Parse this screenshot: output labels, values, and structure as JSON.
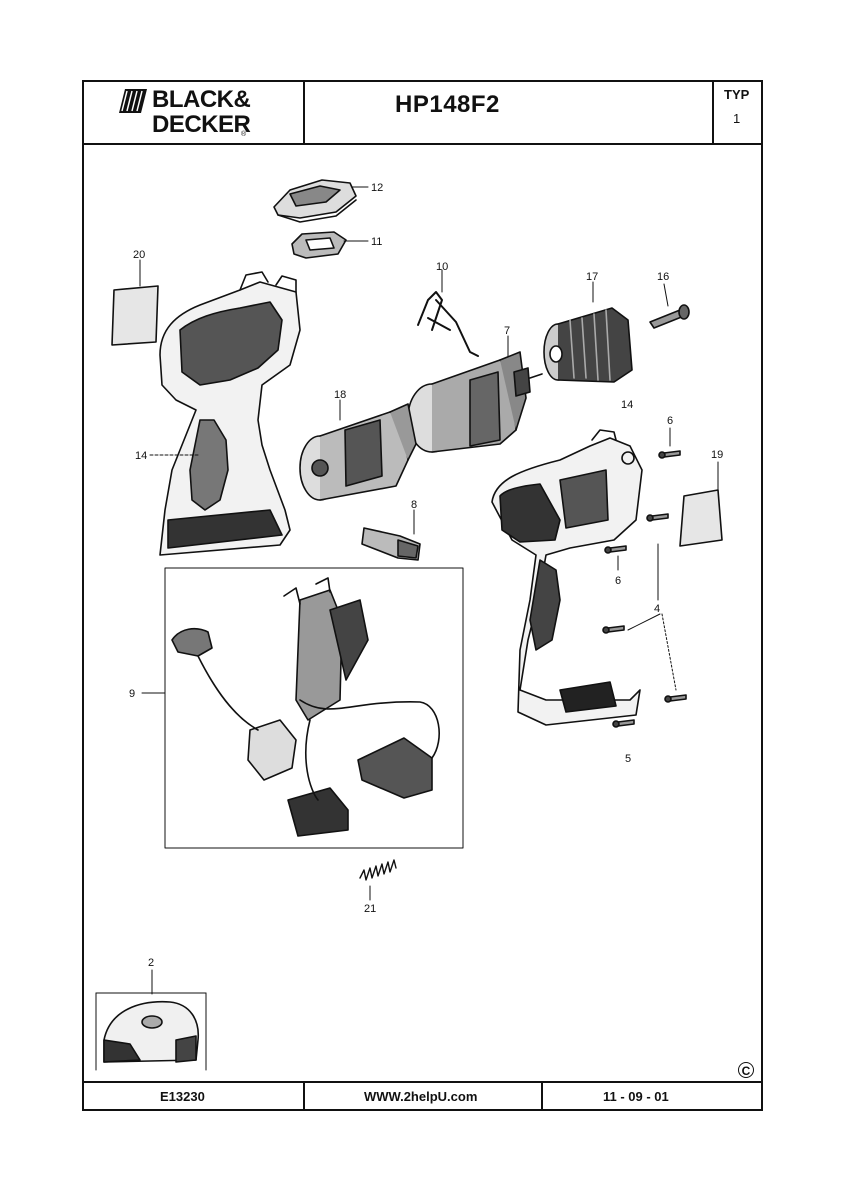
{
  "header": {
    "brand_line1": "BLACK&",
    "brand_line2": "DECKER",
    "brand_reg": "®",
    "model": "HP148F2",
    "typ_label": "TYP",
    "typ_value": "1"
  },
  "footer": {
    "code": "E13230",
    "website": "WWW.2helpU.com",
    "date": "11 - 09 - 01",
    "copyright": "C"
  },
  "parts": {
    "p12": "12",
    "p11": "11",
    "p20": "20",
    "p10": "10",
    "p17": "17",
    "p16": "16",
    "p7": "7",
    "p18": "18",
    "p14_left": "14",
    "p14_right": "14",
    "p6_top": "6",
    "p19": "19",
    "p8": "8",
    "p6_bottom": "6",
    "p4": "4",
    "p9": "9",
    "p5": "5",
    "p21": "21",
    "p2": "2"
  }
}
